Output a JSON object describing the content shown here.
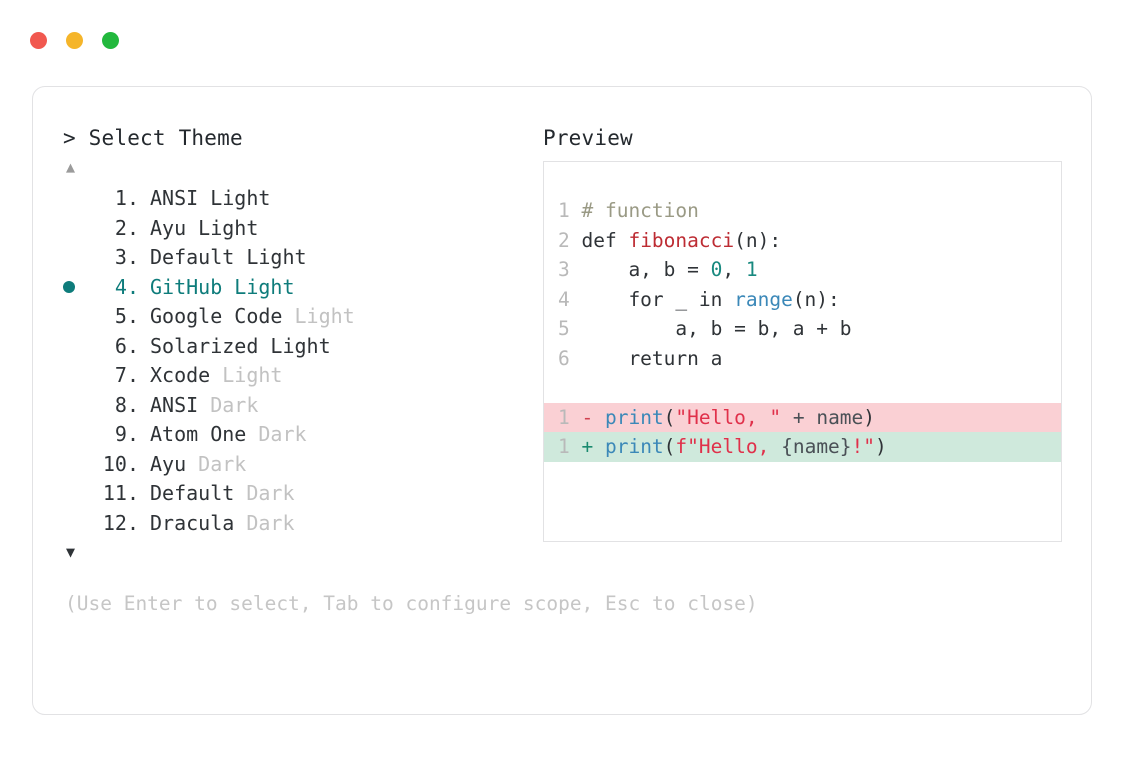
{
  "window": {
    "traffic_lights": [
      {
        "name": "close",
        "color": "#f1584f"
      },
      {
        "name": "minimize",
        "color": "#f5b52a"
      },
      {
        "name": "maximize",
        "color": "#22b83d"
      }
    ]
  },
  "left": {
    "prompt": "> Select Theme",
    "scroll_up_icon": "▲",
    "scroll_down_icon": "▼",
    "items": [
      {
        "bullet": "",
        "index": " 1.",
        "name": "ANSI",
        "variant": "Light",
        "dim": false,
        "selected": false
      },
      {
        "bullet": "",
        "index": " 2.",
        "name": "Ayu",
        "variant": "Light",
        "dim": false,
        "selected": false
      },
      {
        "bullet": "",
        "index": " 3.",
        "name": "Default",
        "variant": "Light",
        "dim": false,
        "selected": false
      },
      {
        "bullet": "●",
        "index": " 4.",
        "name": "GitHub",
        "variant": "Light",
        "dim": false,
        "selected": true
      },
      {
        "bullet": "",
        "index": " 5.",
        "name": "Google Code",
        "variant": "Light",
        "dim": true,
        "selected": false
      },
      {
        "bullet": "",
        "index": " 6.",
        "name": "Solarized",
        "variant": "Light",
        "dim": false,
        "selected": false
      },
      {
        "bullet": "",
        "index": " 7.",
        "name": "Xcode",
        "variant": "Light",
        "dim": true,
        "selected": false
      },
      {
        "bullet": "",
        "index": " 8.",
        "name": "ANSI",
        "variant": "Dark",
        "dim": true,
        "selected": false
      },
      {
        "bullet": "",
        "index": " 9.",
        "name": "Atom One",
        "variant": "Dark",
        "dim": true,
        "selected": false
      },
      {
        "bullet": "",
        "index": "10.",
        "name": "Ayu",
        "variant": "Dark",
        "dim": true,
        "selected": false
      },
      {
        "bullet": "",
        "index": "11.",
        "name": "Default",
        "variant": "Dark",
        "dim": true,
        "selected": false
      },
      {
        "bullet": "",
        "index": "12.",
        "name": "Dracula",
        "variant": "Dark",
        "dim": true,
        "selected": false
      }
    ]
  },
  "right": {
    "title": "Preview",
    "code": {
      "lines": [
        {
          "no": "1",
          "tokens": [
            {
              "t": "# function",
              "c": "cm"
            }
          ]
        },
        {
          "no": "2",
          "tokens": [
            {
              "t": "def ",
              "c": "kw"
            },
            {
              "t": "fibonacci",
              "c": "fn"
            },
            {
              "t": "(n):",
              "c": "pun"
            }
          ]
        },
        {
          "no": "3",
          "tokens": [
            {
              "t": "    a, b = ",
              "c": "kw"
            },
            {
              "t": "0",
              "c": "num"
            },
            {
              "t": ", ",
              "c": "pun"
            },
            {
              "t": "1",
              "c": "num"
            }
          ]
        },
        {
          "no": "4",
          "tokens": [
            {
              "t": "    for _ in ",
              "c": "kw"
            },
            {
              "t": "range",
              "c": "bi"
            },
            {
              "t": "(n):",
              "c": "pun"
            }
          ]
        },
        {
          "no": "5",
          "tokens": [
            {
              "t": "        a, b = b, a + b",
              "c": "kw"
            }
          ]
        },
        {
          "no": "6",
          "tokens": [
            {
              "t": "    return a",
              "c": "kw"
            }
          ]
        }
      ]
    },
    "diff": [
      {
        "kind": "del",
        "no": "1",
        "sign": "-",
        "tokens": [
          {
            "t": "print",
            "c": "bi"
          },
          {
            "t": "(",
            "c": "pun"
          },
          {
            "t": "\"Hello, \"",
            "c": "str"
          },
          {
            "t": " + ",
            "c": "ident"
          },
          {
            "t": "name",
            "c": "ident"
          },
          {
            "t": ")",
            "c": "pun"
          }
        ]
      },
      {
        "kind": "add",
        "no": "1",
        "sign": "+",
        "tokens": [
          {
            "t": "print",
            "c": "bi"
          },
          {
            "t": "(",
            "c": "pun"
          },
          {
            "t": "f\"Hello, ",
            "c": "str"
          },
          {
            "t": "{name}",
            "c": "ident"
          },
          {
            "t": "!\"",
            "c": "str"
          },
          {
            "t": ")",
            "c": "pun"
          }
        ]
      }
    ]
  },
  "footer": {
    "hint": "(Use Enter to select, Tab to configure scope, Esc to close)"
  },
  "colors": {
    "accent_teal": "#0e7c7b",
    "diff_del_bg": "#fad0d4",
    "diff_add_bg": "#cfe9dc",
    "panel_border": "#e2e2e4",
    "dim_text": "#c2c2c2"
  }
}
